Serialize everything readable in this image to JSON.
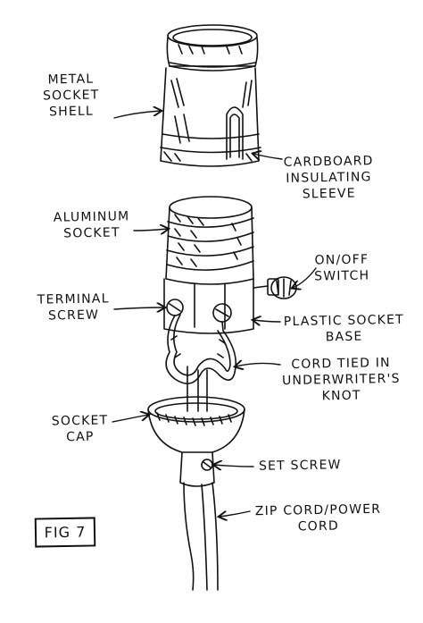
{
  "labels": {
    "metal_socket_shell": [
      "METAL",
      "SOCKET",
      "SHELL"
    ],
    "cardboard_sleeve": [
      "CARDBOARD",
      "INSULATING",
      "SLEEVE"
    ],
    "aluminum_socket": [
      "ALUMINUM",
      "SOCKET"
    ],
    "on_off_switch": [
      "ON/OFF",
      "SWITCH"
    ],
    "terminal_screw": [
      "TERMINAL",
      "SCREW"
    ],
    "plastic_socket_base": [
      "PLASTIC SOCKET",
      "BASE"
    ],
    "cord_knot": [
      "CORD TIED IN",
      "UNDERWRITER'S",
      "KNOT"
    ],
    "socket_cap": [
      "SOCKET",
      "CAP"
    ],
    "set_screw": "SET SCREW",
    "zip_cord": [
      "ZIP CORD/POWER",
      "CORD"
    ]
  },
  "figure_label": "FIG 7",
  "colors": {
    "ink": "#111111",
    "paper": "#ffffff"
  }
}
